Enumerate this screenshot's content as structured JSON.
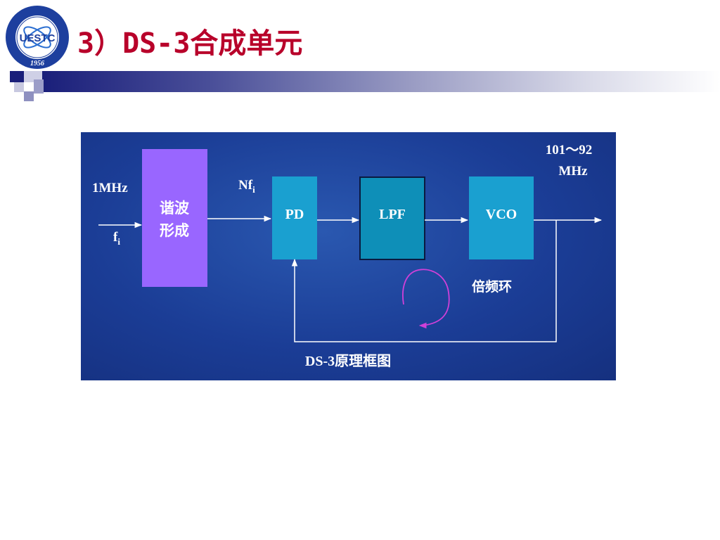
{
  "header": {
    "title": "3）DS-3合成单元"
  },
  "logo": {
    "center_text": "UESTC",
    "year": "1956"
  },
  "diagram": {
    "input_label": "1MHz",
    "input_signal": "f",
    "input_signal_sub": "i",
    "harmonic_block": {
      "line1": "谐波",
      "line2": "形成"
    },
    "pd_input_label": "Nf",
    "pd_input_label_sub": "i",
    "blocks": {
      "pd": "PD",
      "lpf": "LPF",
      "vco": "VCO"
    },
    "output_label_line1": "101～92",
    "output_label_line2": "MHz",
    "loop_label": "倍频环",
    "caption": "DS-3原理框图"
  },
  "colors": {
    "title": "#b8002a",
    "diagram_bg": "#1b3d96",
    "harmonic_block": "#9966ff",
    "pll_blocks": "#1aa0d0",
    "lpf_block": "#0e8fb8",
    "annotation": "#d040d8"
  }
}
